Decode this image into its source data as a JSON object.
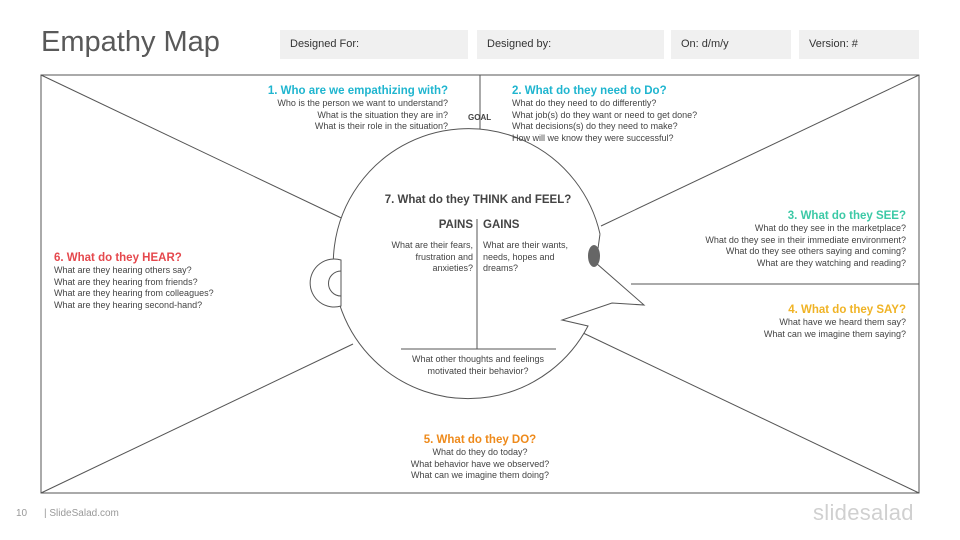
{
  "title": "Empathy Map",
  "fields": {
    "designed_for": "Designed For:",
    "designed_by": "Designed by:",
    "date": "On: d/m/y",
    "version": "Version: #"
  },
  "colors": {
    "cyan": "#1fb5cf",
    "teal": "#3cc9a6",
    "yellow": "#f0b325",
    "orange": "#ee8a1b",
    "red": "#e5484d",
    "text": "#444444",
    "line": "#555555",
    "field_bg": "#f0f0f0"
  },
  "s1": {
    "heading": "1. Who are we empathizing with?",
    "lines": [
      "Who is the person we want to understand?",
      "What is the situation  they are in?",
      "What is their role in the situation?"
    ]
  },
  "goal": "GOAL",
  "s2": {
    "heading": "2. What do they need to Do?",
    "lines": [
      "What do they need to do differently?",
      "What job(s) do they want or need to get done?",
      "What decisions(s) do they need to make?",
      "How will we know they were successful?"
    ]
  },
  "s3": {
    "heading": "3. What do they SEE?",
    "lines": [
      "What do they see in the marketplace?",
      "What do they see in their immediate environment?",
      "What do they  see others saying and coming?",
      "What are they watching and reading?"
    ]
  },
  "s4": {
    "heading": "4. What do they SAY?",
    "lines": [
      "What have we heard them say?",
      "What can we imagine them saying?"
    ]
  },
  "s5": {
    "heading": "5. What do they DO?",
    "lines": [
      "What do they do today?",
      "What behavior have we observed?",
      "What can we imagine them doing?"
    ]
  },
  "s6": {
    "heading": "6. What do they HEAR?",
    "lines": [
      "What are they hearing others say?",
      "What are they hearing from friends?",
      "What are they hearing from colleagues?",
      "What are they hearing second-hand?"
    ]
  },
  "s7": {
    "heading": "7. What do they THINK and FEEL?",
    "pains": "PAINS",
    "gains": "GAINS",
    "pains_lines": [
      "What are their fears,",
      "frustration and",
      "anxieties?"
    ],
    "gains_lines": [
      "What are their wants,",
      "needs, hopes and",
      "dreams?"
    ],
    "other_lines": [
      "What other thoughts  and feelings",
      "motivated their behavior?"
    ]
  },
  "footer": {
    "page": "10",
    "site": "| SlideSalad.com",
    "logo": "slidesalad"
  }
}
